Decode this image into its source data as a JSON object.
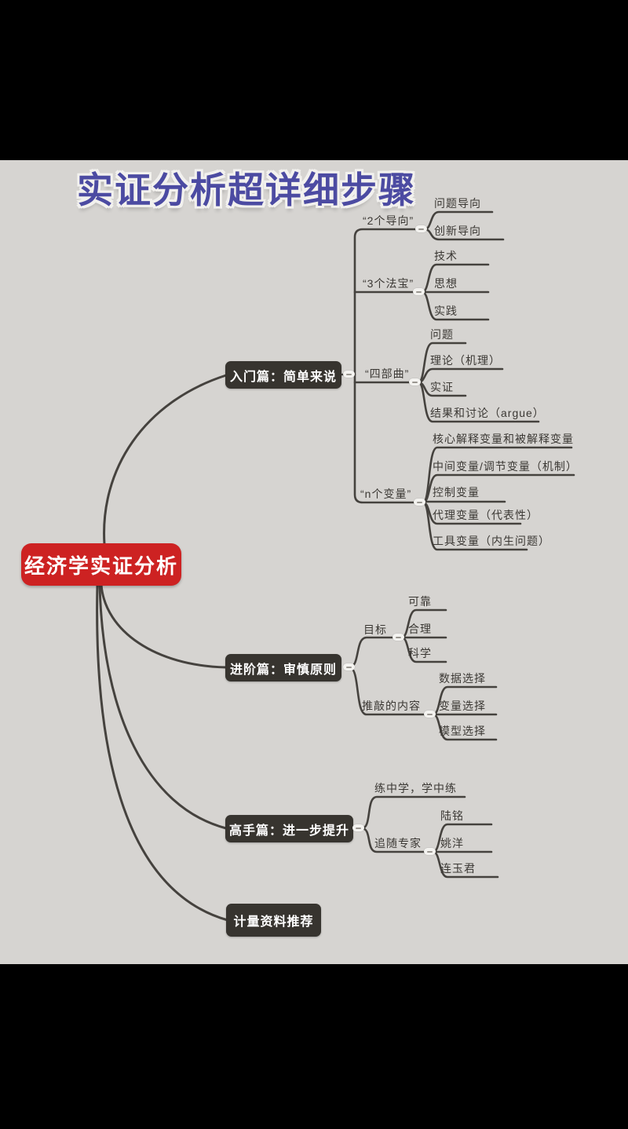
{
  "title": "实证分析超详细步骤",
  "root": {
    "label": "经济学实证分析"
  },
  "branches": [
    {
      "label": "入门篇：简单来说",
      "groups": [
        {
          "label": "“2个导向”",
          "children": [
            "问题导向",
            "创新导向"
          ]
        },
        {
          "label": "“3个法宝”",
          "children": [
            "技术",
            "思想",
            "实践"
          ]
        },
        {
          "label": "“四部曲”",
          "children": [
            "问题",
            "理论（机理）",
            "实证",
            "结果和讨论（argue）"
          ]
        },
        {
          "label": "“n个变量”",
          "children": [
            "核心解释变量和被解释变量",
            "中间变量/调节变量（机制）",
            "控制变量",
            "代理变量（代表性）",
            "工具变量（内生问题）"
          ]
        }
      ]
    },
    {
      "label": "进阶篇：审慎原则",
      "groups": [
        {
          "label": "目标",
          "children": [
            "可靠",
            "合理",
            "科学"
          ]
        },
        {
          "label": "推敲的内容",
          "children": [
            "数据选择",
            "变量选择",
            "模型选择"
          ]
        }
      ]
    },
    {
      "label": "高手篇：进一步提升",
      "groups": [
        {
          "label": "练中学，学中练",
          "children": []
        },
        {
          "label": "追随专家",
          "children": [
            "陆铭",
            "姚洋",
            "连玉君"
          ]
        }
      ]
    },
    {
      "label": "计量资料推荐",
      "groups": []
    }
  ],
  "colors": {
    "root_node": "#cd2222",
    "branch_node": "#37342f",
    "background": "#d6d4d1",
    "line": "#45423e",
    "title_text": "#4c4ba2",
    "letterbox": "#000000"
  }
}
